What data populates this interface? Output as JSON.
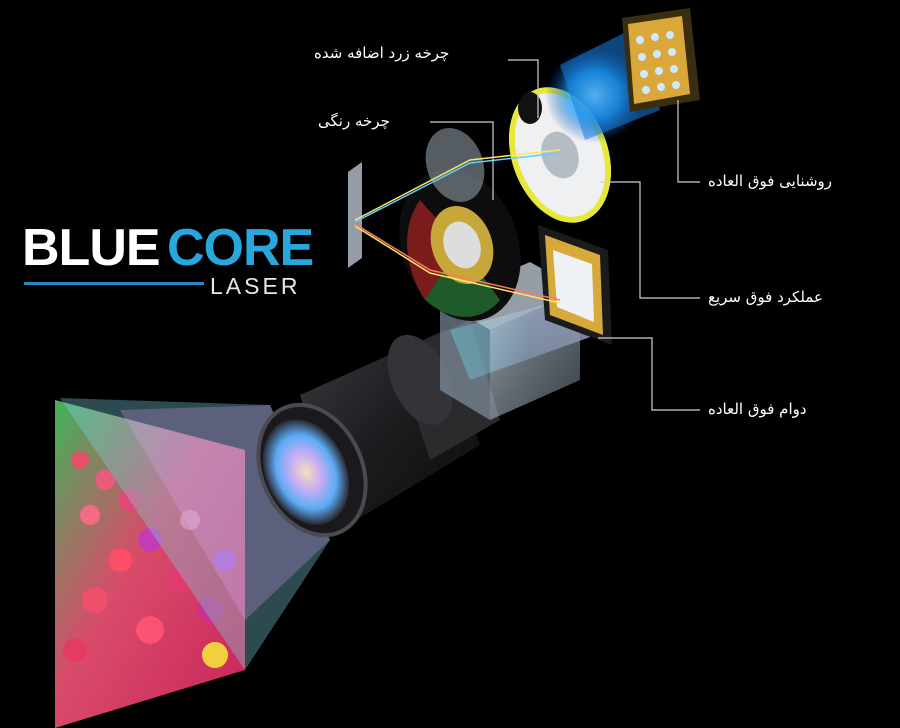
{
  "logo": {
    "word1": "BLUE",
    "word2": "CORE",
    "subword": "LASER"
  },
  "callouts": {
    "yellow_wheel": "چرخه زرد  اضافه شده",
    "color_wheel": "چرخه رنگی",
    "brightness": "روشنایی فوق العاده",
    "performance": "عملکرد فوق سریع",
    "durability": "دوام فوق العاده"
  },
  "colors": {
    "background": "#000000",
    "logo_accent": "#27a7dd",
    "wheel_rim": "#e8e83a",
    "laser": "#2a9bff"
  }
}
